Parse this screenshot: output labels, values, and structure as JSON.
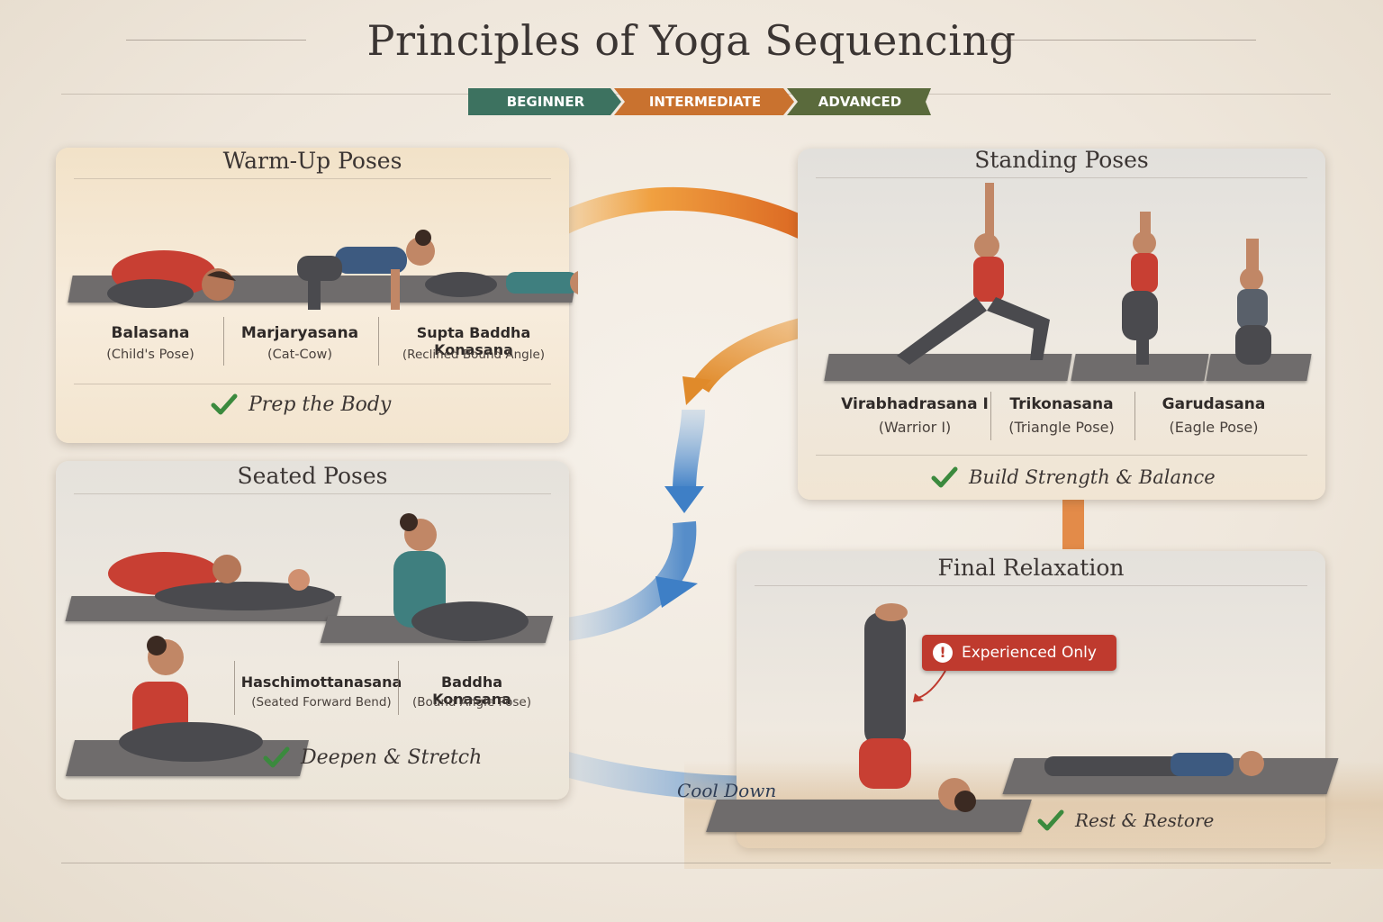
{
  "title": "Principles of Yoga Sequencing",
  "levels": [
    "BEGINNER",
    "INTERMEDIATE",
    "ADVANCED"
  ],
  "colors": {
    "beginner": "#3d7260",
    "intermediate": "#c9722f",
    "advanced": "#5a6a3c",
    "check": "#3b8a3e",
    "alert": "#bf3a2e",
    "warm_arrow": "#e8892a",
    "cool_arrow": "#4a86c8"
  },
  "sections": {
    "warmup": {
      "title": "Warm-Up Poses",
      "poses": [
        {
          "name": "Balasana",
          "sub": "(Child's Pose)"
        },
        {
          "name": "Marjaryasana",
          "sub": "(Cat-Cow)"
        },
        {
          "name": "Supta Baddha Konasana",
          "sub": "(Reclined Bound Angle)"
        }
      ],
      "goal": "Prep the Body"
    },
    "standing": {
      "title": "Standing Poses",
      "poses": [
        {
          "name": "Virabhadrasana I",
          "sub": "(Warrior I)"
        },
        {
          "name": "Trikonasana",
          "sub": "(Triangle Pose)"
        },
        {
          "name": "Garudasana",
          "sub": "(Eagle Pose)"
        }
      ],
      "goal": "Build Strength & Balance"
    },
    "seated": {
      "title": "Seated Poses",
      "poses": [
        {
          "name": "Haschimottanasana",
          "sub": "(Seated Forward Bend)"
        },
        {
          "name": "Baddha Konasana",
          "sub": "(Bound Angle Pose)"
        }
      ],
      "goal": "Deepen & Stretch"
    },
    "final": {
      "title": "Final Relaxation",
      "warning": "Experienced Only",
      "goal": "Rest & Restore"
    }
  },
  "flow_label": "Cool Down",
  "icons": [
    "check-icon",
    "alert-icon",
    "flow-arrow"
  ]
}
